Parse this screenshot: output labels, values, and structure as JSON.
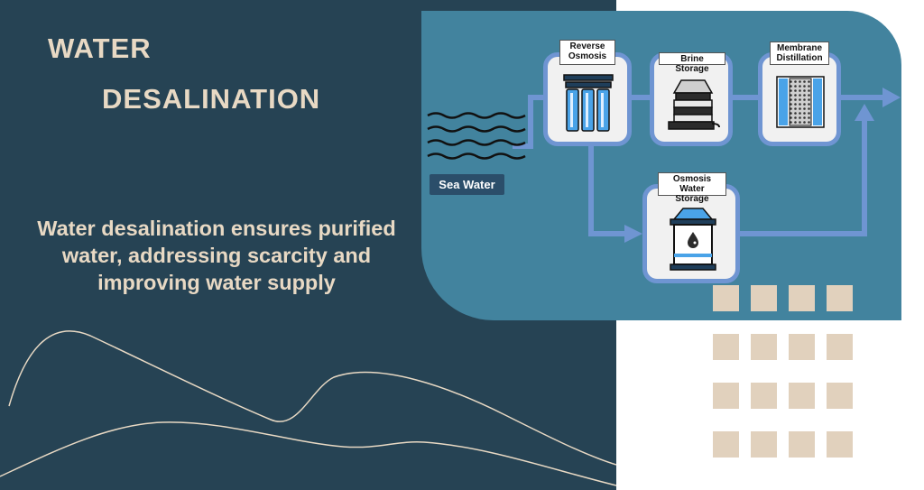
{
  "title": {
    "line1": "WATER",
    "line2": "DESALINATION"
  },
  "description": "Water desalination ensures purified water, addressing scarcity and improving water supply",
  "diagram": {
    "source_label": "Sea Water",
    "nodes": [
      {
        "id": "reverse-osmosis",
        "label": "Reverse Osmosis",
        "icon": "ro-filter-icon"
      },
      {
        "id": "brine-storage",
        "label": "Brine Storage",
        "icon": "brine-tank-icon"
      },
      {
        "id": "membrane-distillation",
        "label": "Membrane Distillation",
        "icon": "membrane-icon"
      },
      {
        "id": "osmosis-water-storage",
        "label": "Osmosis Water Storage",
        "icon": "water-tank-icon"
      }
    ]
  },
  "colors": {
    "left_bg": "#264354",
    "diagram_bg": "#42839e",
    "accent_text": "#e8d9c4",
    "flow_line": "#6f95d2",
    "deco_square": "#e1d1bd",
    "sea_label_bg": "#2b4e6a"
  }
}
